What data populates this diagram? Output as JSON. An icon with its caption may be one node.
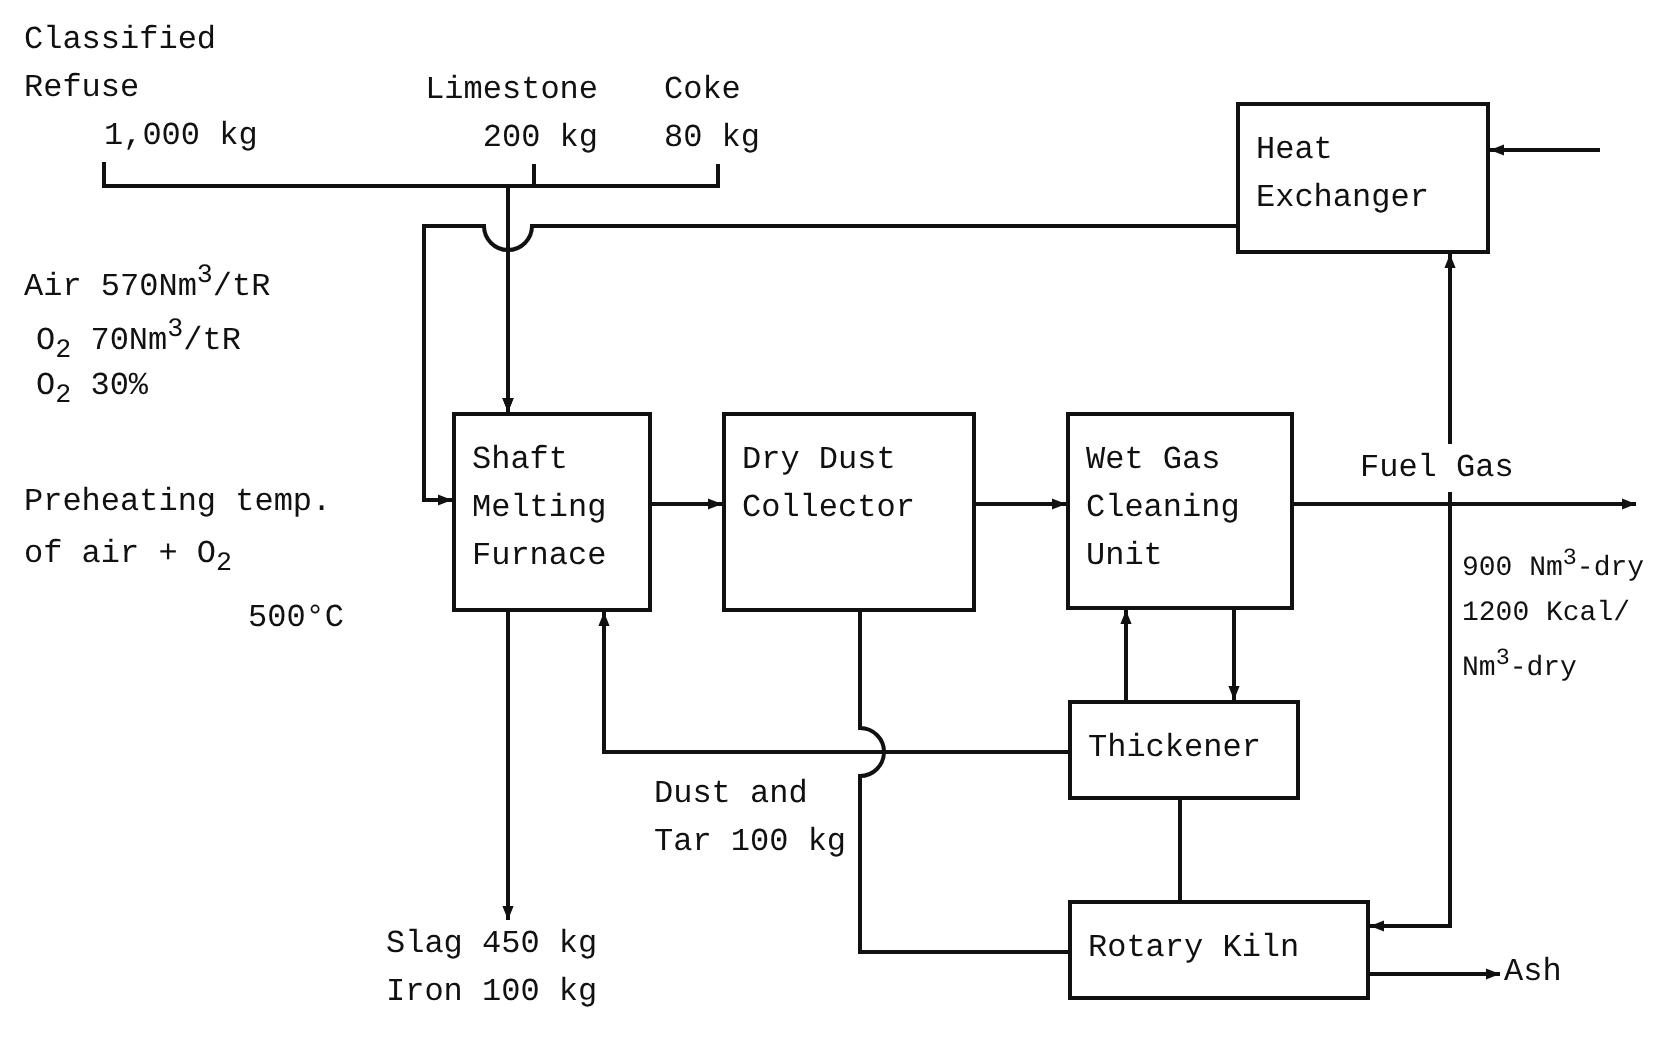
{
  "diagram": {
    "nodes": [
      {
        "text": [
          "Classified Refuse",
          "1,000 kg"
        ]
      },
      {
        "text": [
          "Limestone",
          "200 kg"
        ]
      },
      {
        "text": [
          "Coke",
          "80 kg"
        ]
      },
      {
        "text": [
          "Heat Exchanger"
        ]
      },
      {
        "text": [
          "Shaft Melting Furnace"
        ]
      },
      {
        "text": [
          "Dry Dust Collector"
        ]
      },
      {
        "text": [
          "Wet Gas Cleaning Unit"
        ]
      },
      {
        "text": [
          "Thickener"
        ]
      },
      {
        "text": [
          "Rotary Kiln"
        ]
      },
      {
        "text": [
          "Slag 450 kg Iron 100 kg"
        ]
      },
      {
        "text": [
          "Ash"
        ]
      }
    ],
    "edges": [
      {
        "from": 0,
        "to": 4,
        "arrow": "to"
      },
      {
        "from": 1,
        "to": 4,
        "arrow": "to"
      },
      {
        "from": 2,
        "to": 4,
        "arrow": "to"
      },
      {
        "from": null,
        "to": 3,
        "arrow": "to"
      },
      {
        "from": 3,
        "to": 4,
        "arrow": "to"
      },
      {
        "from": 4,
        "to": 5,
        "arrow": "to"
      },
      {
        "from": 5,
        "to": 6,
        "arrow": "to"
      },
      {
        "from": 6,
        "to": null,
        "arrow": "to",
        "label": "Fuel Gas"
      },
      {
        "from": 6,
        "to": 3,
        "arrow": "to"
      },
      {
        "from": 6,
        "to": 8,
        "arrow": "to"
      },
      {
        "from": 6,
        "to": 7,
        "arrow": "to"
      },
      {
        "from": 7,
        "to": 6,
        "arrow": "to"
      },
      {
        "from": 7,
        "to": 4,
        "arrow": "to"
      },
      {
        "from": 5,
        "to": 8,
        "arrow": "none",
        "label": "Dust and Tar 100 kg"
      },
      {
        "from": 7,
        "to": 8,
        "arrow": "none"
      },
      {
        "from": 4,
        "to": 9,
        "arrow": "to"
      },
      {
        "from": 8,
        "to": 10,
        "arrow": "to"
      }
    ],
    "labels": [
      "Air 570Nm$^{3}$/tR",
      "O$_{2}$ 70Nm$^{3}$/tR",
      "O$_{2}$ 30%",
      "Preheating temp. of air + O$_{2}$ 500°C",
      "900 Nm$^{3}$-dry 1200 Kcal/ Nm$^{3}$-dry"
    ]
  }
}
